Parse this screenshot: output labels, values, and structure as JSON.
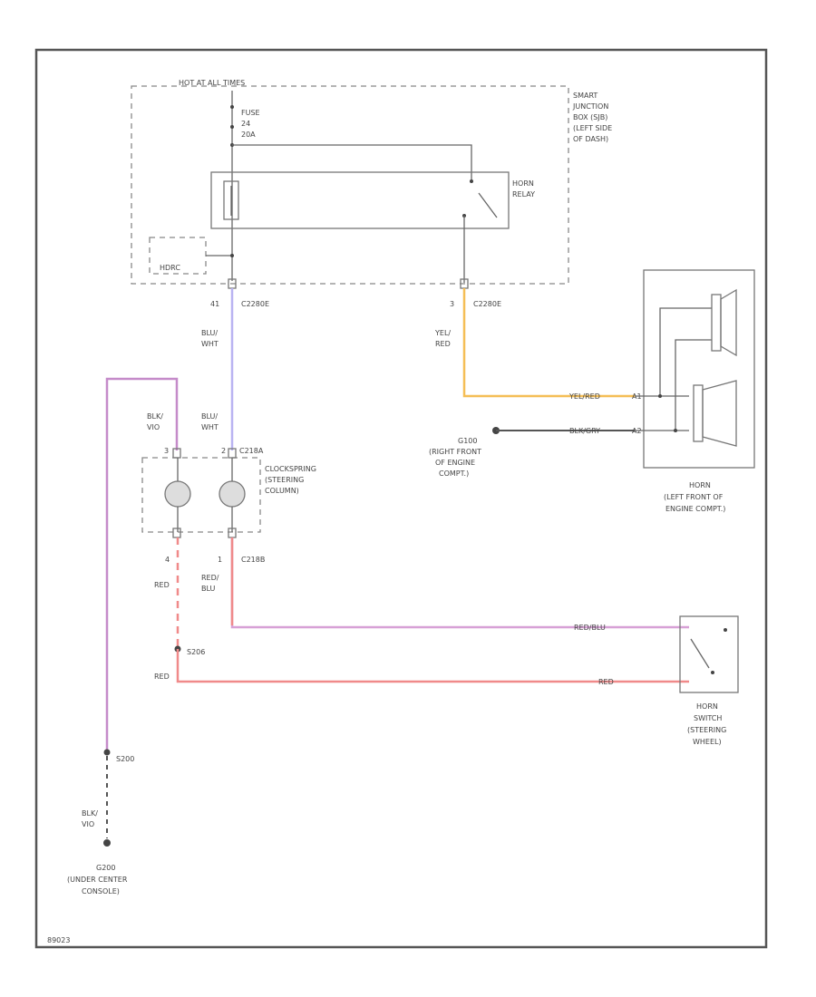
{
  "labels": {
    "hot_at_all_times": "HOT AT ALL TIMES",
    "fuse_line1": "FUSE",
    "fuse_line2": "24",
    "fuse_line3": "20A",
    "sjb_line1": "SMART",
    "sjb_line2": "JUNCTION",
    "sjb_line3": "BOX (SJB)",
    "sjb_line4": "(LEFT SIDE",
    "sjb_line5": "OF DASH)",
    "horn_relay_line1": "HORN",
    "horn_relay_line2": "RELAY",
    "hdrc": "HDRC",
    "pin_41": "41",
    "pin_3": "3",
    "c2280_left": "C2280E",
    "c2280_right": "C2280E",
    "wire_blu_wht_1a": "BLU/",
    "wire_blu_wht_1b": "WHT",
    "wire_yel_red_a": "YEL/",
    "wire_yel_red_b": "RED",
    "wire_blk_vio_1a": "BLK/",
    "wire_blk_vio_1b": "VIO",
    "wire_blu_wht_2a": "BLU/",
    "wire_blu_wht_2b": "WHT",
    "c218a": "C218A",
    "pin_3b": "3",
    "pin_2b": "2",
    "clockspring_line1": "CLOCKSPRING",
    "clockspring_line2": "(STEERING",
    "clockspring_line3": "COLUMN)",
    "horn_wire_yel_red": "YEL/RED",
    "horn_pin_a": "A1",
    "horn_wire_blk_grn": "BLK/GRY",
    "horn_pin_b": "A2",
    "g100_line1": "G100",
    "g100_line2": "(RIGHT FRONT",
    "g100_line3": "OF ENGINE",
    "g100_line4": "COMPT.)",
    "horn_line1": "HORN",
    "horn_line2": "(LEFT FRONT OF",
    "horn_line3": "ENGINE COMPT.)",
    "pin_4": "4",
    "pin_1": "1",
    "c218b": "C218B",
    "wire_red_1": "RED",
    "wire_red_blu_a": "RED/",
    "wire_red_blu_b": "BLU",
    "wire_red_blu_run": "RED/BLU",
    "s206": "S206",
    "wire_red_2": "RED",
    "wire_red_run": "RED",
    "horn_switch_line1": "HORN",
    "horn_switch_line2": "SWITCH",
    "horn_switch_line3": "(STEERING",
    "horn_switch_line4": "WHEEL)",
    "s200": "S200",
    "wire_blk_vio_2a": "BLK/",
    "wire_blk_vio_2b": "VIO",
    "g200_line1": "G200",
    "g200_line2": "(UNDER CENTER",
    "g200_line3": "CONSOLE)",
    "figure_id": "89023"
  },
  "colors": {
    "wire_blu_wht": "#b9b3f2",
    "wire_yel_red": "#f5be55",
    "wire_vio": "#c58bc9",
    "wire_red": "#f08a8a",
    "wire_red_blu": "#d7a0d6"
  }
}
